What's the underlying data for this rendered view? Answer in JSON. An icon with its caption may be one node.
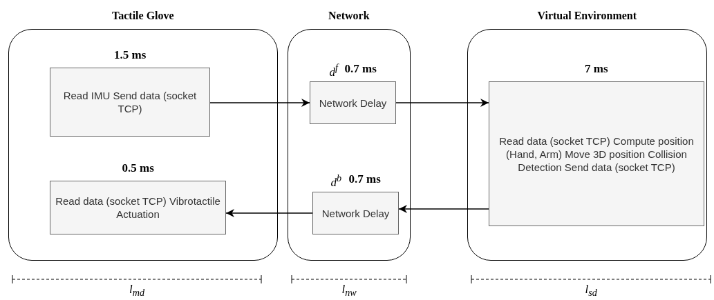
{
  "diagram": {
    "nodes": [
      {
        "text": [
          "Tactile Glove"
        ]
      },
      {
        "text": [
          "Read IMU Send data (socket TCP)"
        ],
        "in": 0,
        "beside": [
          "1.5 ms"
        ]
      },
      {
        "text": [
          "Read data (socket TCP) Vibrotactile Actuation"
        ],
        "in": 0,
        "beside": [
          "0.5 ms"
        ]
      },
      {
        "text": [
          "Network"
        ]
      },
      {
        "text": [
          "Network Delay"
        ],
        "in": 3,
        "beside": [
          "d$^{f}$",
          "0.7 ms"
        ]
      },
      {
        "text": [
          "Network Delay"
        ],
        "in": 3,
        "beside": [
          "d$^{b}$",
          "0.7 ms"
        ]
      },
      {
        "text": [
          "Virtual Environment"
        ]
      },
      {
        "text": [
          "Read data (socket TCP) Compute position (Hand, Arm) Move 3D position Collision Detection Send data (socket TCP)"
        ],
        "in": 6,
        "beside": [
          "7 ms"
        ]
      }
    ],
    "edges": [
      {
        "from": 1,
        "to": 4,
        "arrow": "to"
      },
      {
        "from": 4,
        "to": 7,
        "arrow": "to"
      },
      {
        "from": 7,
        "to": 5,
        "arrow": "to"
      },
      {
        "from": 5,
        "to": 2,
        "arrow": "to"
      }
    ],
    "labels": [
      "l$_{md}$",
      "l$_{nw}$",
      "l$_{sd}$"
    ]
  }
}
